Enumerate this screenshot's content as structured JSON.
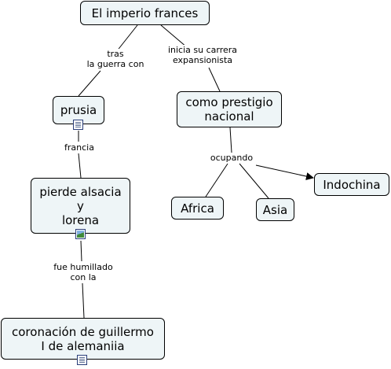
{
  "nodes": {
    "imperio": "El imperio frances",
    "prusia": "prusia",
    "prestigio": "como prestigio\nnacional",
    "alsacia": "pierde alsacia\ny\nlorena",
    "africa": "Africa",
    "asia": "Asia",
    "indochina": "Indochina",
    "coronacion": "coronación de guillermo\nI de alemaniia"
  },
  "links": {
    "tras": "tras\nla guerra con",
    "inicia": "inicia su carrera\nexpansionista",
    "francia": "francia",
    "ocupando": "ocupando",
    "humillado": "fue humillado\ncon la"
  },
  "icons": {
    "prusia": "document-icon",
    "alsacia": "image-icon",
    "coronacion": "document-icon"
  }
}
